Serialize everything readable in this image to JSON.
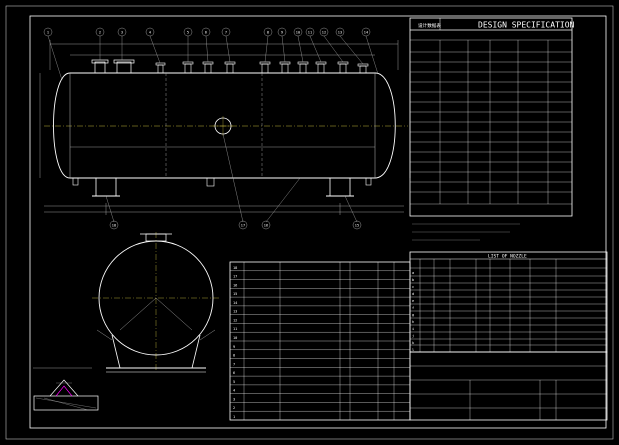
{
  "header": {
    "title_cn": "设计数据表",
    "title_en": "DESIGN SPECIFICATION"
  },
  "design_rows": [
    {
      "label": "",
      "v1": "",
      "v2": ""
    },
    {
      "label": "",
      "v1": "",
      "v2": ""
    },
    {
      "label": "",
      "v1": "",
      "v2": ""
    },
    {
      "label": "",
      "v1": "",
      "v2": ""
    },
    {
      "label": "",
      "v1": "",
      "v2": ""
    },
    {
      "label": "",
      "v1": "",
      "v2": ""
    },
    {
      "label": "",
      "v1": "",
      "v2": ""
    },
    {
      "label": "",
      "v1": "",
      "v2": ""
    },
    {
      "label": "",
      "v1": "",
      "v2": ""
    },
    {
      "label": "",
      "v1": "",
      "v2": ""
    },
    {
      "label": "",
      "v1": "",
      "v2": ""
    },
    {
      "label": "",
      "v1": "",
      "v2": ""
    },
    {
      "label": "",
      "v1": "",
      "v2": ""
    },
    {
      "label": "",
      "v1": "",
      "v2": ""
    },
    {
      "label": "",
      "v1": "",
      "v2": ""
    },
    {
      "label": "",
      "v1": "",
      "v2": ""
    },
    {
      "label": "",
      "v1": "",
      "v2": ""
    }
  ],
  "design_right": [
    "",
    "",
    "",
    "",
    "",
    "",
    "",
    "",
    "",
    "",
    "",
    "",
    "",
    "",
    "",
    "",
    ""
  ],
  "nozzle_table": {
    "title": "LIST OF NOZZLE",
    "header": [
      "",
      "",
      "",
      "",
      "",
      "",
      "",
      ""
    ],
    "rows": [
      [
        "a",
        "",
        "",
        "",
        "",
        "",
        ""
      ],
      [
        "b",
        "",
        "",
        "",
        "",
        "",
        ""
      ],
      [
        "c",
        "",
        "",
        "",
        "",
        "",
        ""
      ],
      [
        "d",
        "",
        "",
        "",
        "",
        "",
        ""
      ],
      [
        "e",
        "",
        "",
        "",
        "",
        "",
        ""
      ],
      [
        "f",
        "",
        "",
        "",
        "",
        "",
        ""
      ],
      [
        "g",
        "",
        "",
        "",
        "",
        "",
        ""
      ],
      [
        "h",
        "",
        "",
        "",
        "",
        "",
        ""
      ],
      [
        "i",
        "",
        "",
        "",
        "",
        "",
        ""
      ],
      [
        "j",
        "",
        "",
        "",
        "",
        "",
        ""
      ],
      [
        "k",
        "",
        "",
        "",
        "",
        "",
        ""
      ],
      [
        "l",
        "",
        "",
        "",
        "",
        "",
        ""
      ]
    ]
  },
  "parts_list": {
    "rows": [
      {
        "no": "18",
        "code": "",
        "name": "",
        "qty": "",
        "mat": ""
      },
      {
        "no": "17",
        "code": "",
        "name": "",
        "qty": "",
        "mat": ""
      },
      {
        "no": "16",
        "code": "",
        "name": "",
        "qty": "",
        "mat": ""
      },
      {
        "no": "15",
        "code": "",
        "name": "",
        "qty": "",
        "mat": ""
      },
      {
        "no": "14",
        "code": "",
        "name": "",
        "qty": "",
        "mat": ""
      },
      {
        "no": "13",
        "code": "",
        "name": "",
        "qty": "",
        "mat": ""
      },
      {
        "no": "12",
        "code": "",
        "name": "",
        "qty": "",
        "mat": ""
      },
      {
        "no": "11",
        "code": "",
        "name": "",
        "qty": "",
        "mat": ""
      },
      {
        "no": "10",
        "code": "",
        "name": "",
        "qty": "",
        "mat": ""
      },
      {
        "no": "9",
        "code": "",
        "name": "",
        "qty": "",
        "mat": ""
      },
      {
        "no": "8",
        "code": "",
        "name": "",
        "qty": "",
        "mat": ""
      },
      {
        "no": "7",
        "code": "",
        "name": "",
        "qty": "",
        "mat": ""
      },
      {
        "no": "6",
        "code": "",
        "name": "",
        "qty": "",
        "mat": ""
      },
      {
        "no": "5",
        "code": "",
        "name": "",
        "qty": "",
        "mat": ""
      },
      {
        "no": "4",
        "code": "",
        "name": "",
        "qty": "",
        "mat": ""
      },
      {
        "no": "3",
        "code": "",
        "name": "",
        "qty": "",
        "mat": ""
      },
      {
        "no": "2",
        "code": "",
        "name": "",
        "qty": "",
        "mat": ""
      },
      {
        "no": "1",
        "code": "",
        "name": "",
        "qty": "",
        "mat": ""
      }
    ]
  },
  "balloons": {
    "top": [
      "1",
      "2",
      "3",
      "4",
      "5",
      "6",
      "7",
      "8",
      "9",
      "10",
      "11",
      "12",
      "13",
      "14"
    ],
    "bottom": [
      "18",
      "17",
      "16",
      "15"
    ]
  },
  "dims": {
    "overall": "",
    "tangent": "",
    "supports": "",
    "left_end": "",
    "right_end": ""
  },
  "detail": {
    "caption": "",
    "angle": ""
  },
  "title_block": {
    "name": "",
    "scale": "",
    "drawing_no": "",
    "date": ""
  }
}
